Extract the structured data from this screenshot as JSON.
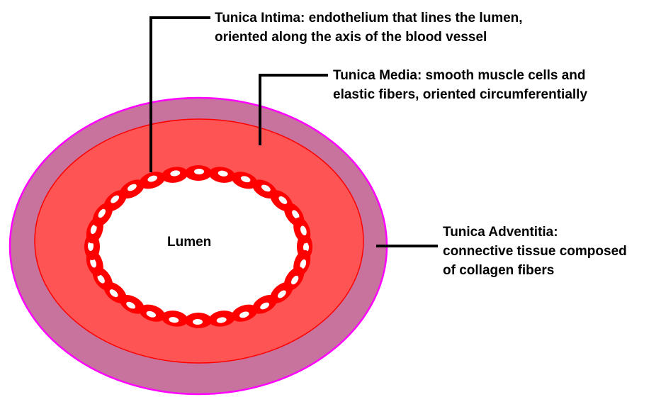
{
  "colors": {
    "background": "#ffffff",
    "adventitia_fill": "#c8739e",
    "adventitia_outline": "#ff00ff",
    "media_fill": "#ff5454",
    "media_outline": "#ff0000",
    "lumen_fill": "#ffffff",
    "endothelial_cell": "#ff0000",
    "nucleus": "#ffffff",
    "leader_line": "#000000",
    "text": "#000000"
  },
  "labels": {
    "intima": {
      "line1": "Tunica Intima: endothelium that lines the lumen,",
      "line2": "oriented along the axis of the blood vessel"
    },
    "media": {
      "line1": "Tunica Media: smooth muscle cells and",
      "line2": "elastic fibers, oriented circumferentially"
    },
    "adventitia": {
      "line1": "Tunica Adventitia:",
      "line2": "connective tissue composed",
      "line3": "of collagen fibers"
    },
    "lumen": "Lumen"
  },
  "icons": {
    "endothelial_cell": "red-ellipse-with-white-nucleus"
  }
}
